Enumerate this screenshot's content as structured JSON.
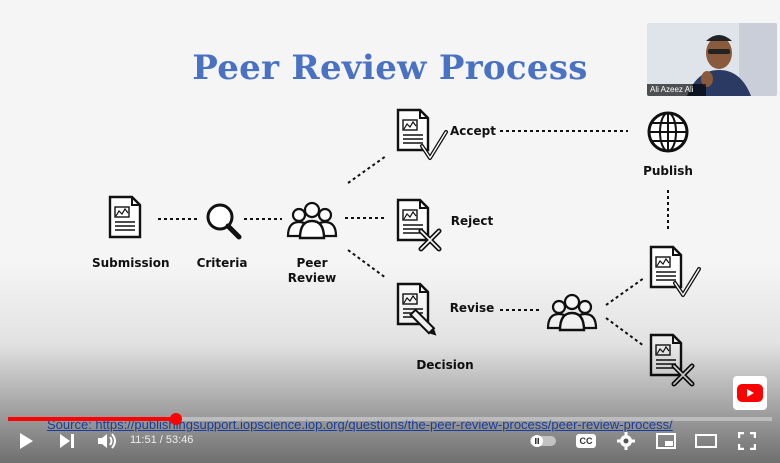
{
  "slide": {
    "title": "Peer Review Process",
    "labels": {
      "submission": "Submission",
      "criteria": "Criteria",
      "peer_review_line1": "Peer",
      "peer_review_line2": "Review",
      "accept": "Accept",
      "reject": "Reject",
      "revise": "Revise",
      "decision": "Decision",
      "publish": "Publish"
    }
  },
  "webcam": {
    "name": "Ali Azeez Ali"
  },
  "caption": {
    "source": "Source: https://publishingsupport.iopscience.iop.org/questions/the-peer-review-process/peer-review-process/"
  },
  "player": {
    "current_time": "11:51",
    "separator": " / ",
    "duration": "53:46",
    "progress_fraction": 0.22,
    "accent_color": "#ff0000",
    "icons": [
      "play-icon",
      "next-icon",
      "volume-icon",
      "autoplay-toggle-icon",
      "captions-icon",
      "settings-icon",
      "miniplayer-icon",
      "theater-icon",
      "fullscreen-icon",
      "youtube-logo-icon"
    ],
    "cc_label": "CC"
  }
}
